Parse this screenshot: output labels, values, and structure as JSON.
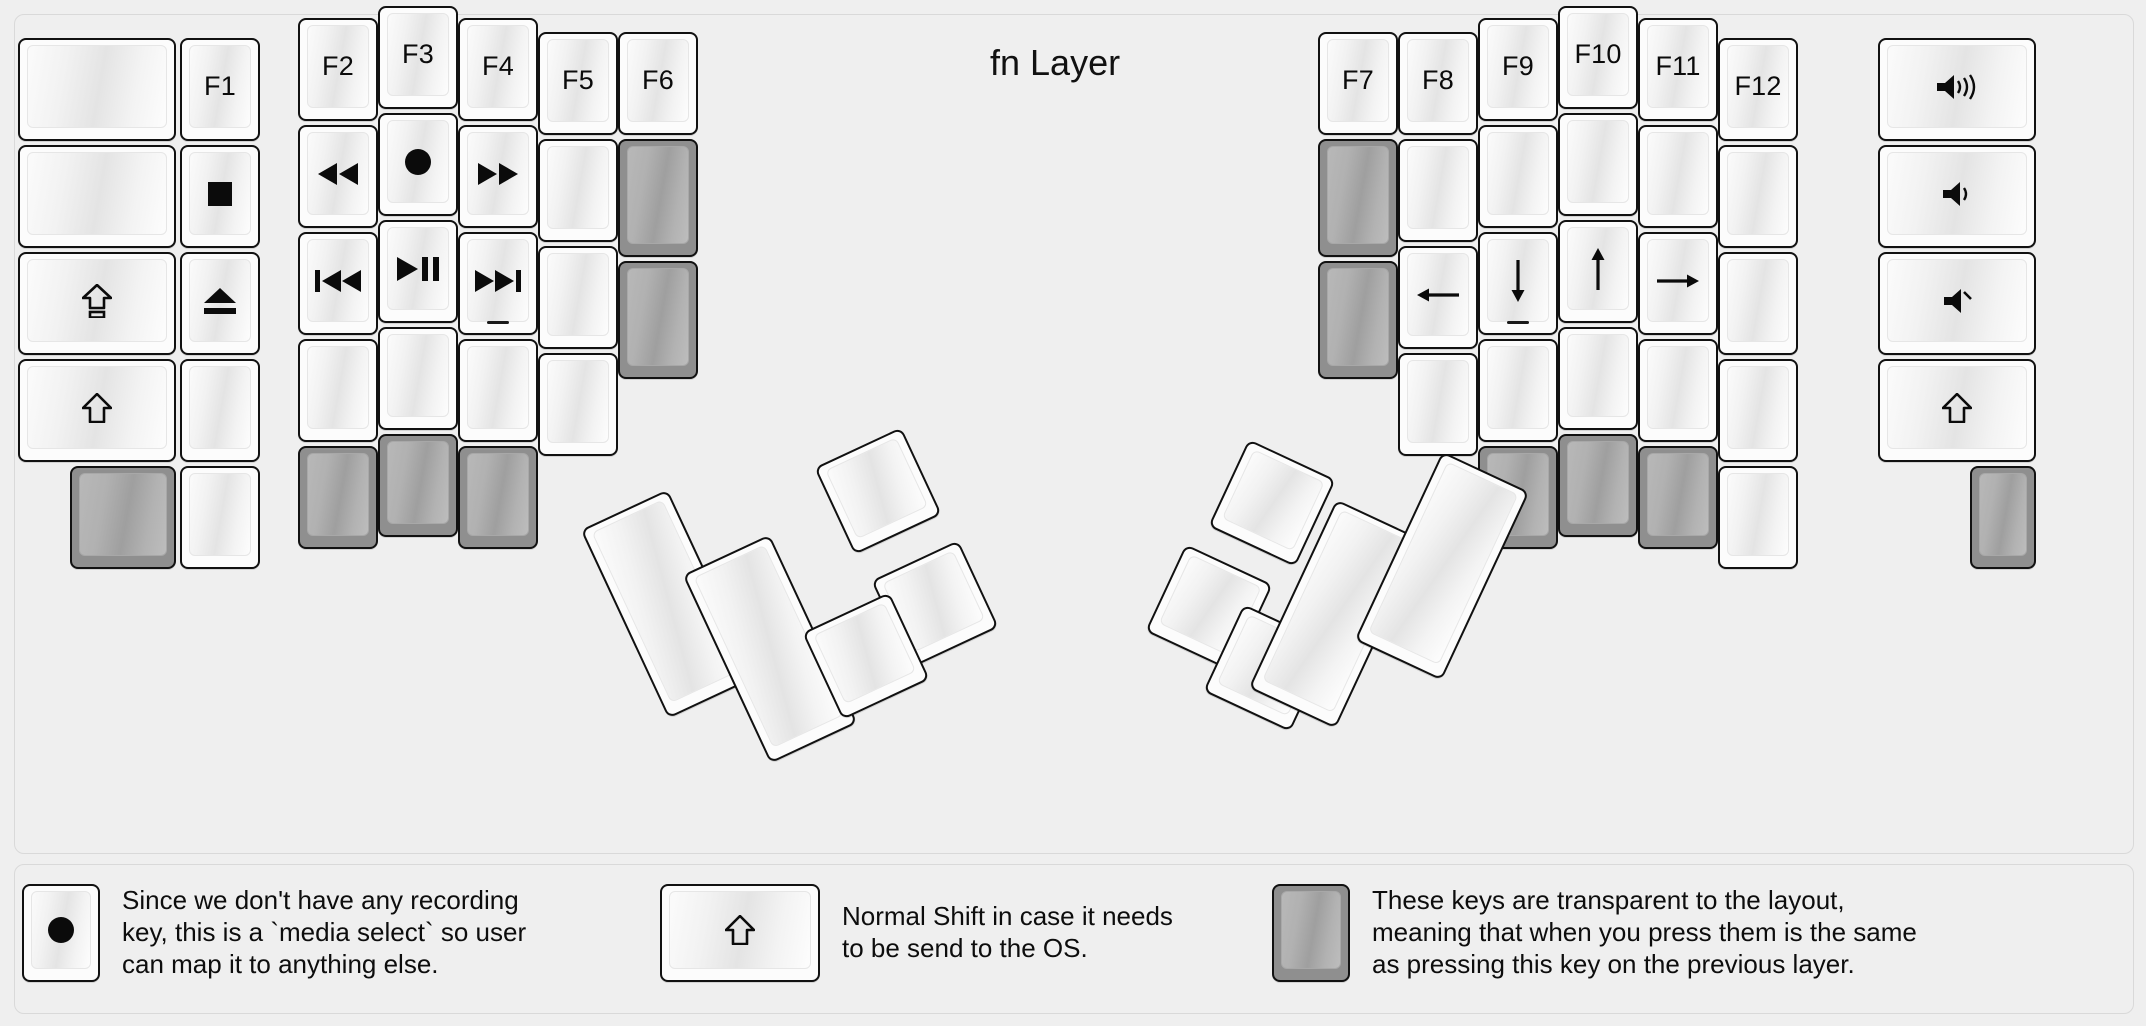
{
  "title": "fn Layer",
  "colors": {
    "background": "#efefef",
    "key_face": "#fcfcfc",
    "key_border": "#111111",
    "transparent_key": "#8f8f8f",
    "legend_text": "#0d0d0d"
  },
  "left_half": {
    "columns": [
      {
        "name": "col-mod",
        "keys": [
          {
            "label": "",
            "icon": "",
            "state": "normal"
          },
          {
            "label": "",
            "icon": "",
            "state": "normal"
          },
          {
            "label": "",
            "icon": "caps-lock-icon",
            "state": "normal"
          },
          {
            "label": "",
            "icon": "shift-icon",
            "state": "normal"
          },
          {
            "label": "",
            "icon": "",
            "state": "transparent"
          }
        ]
      },
      {
        "name": "col-f1",
        "keys": [
          {
            "label": "F1",
            "icon": "",
            "state": "normal"
          },
          {
            "label": "",
            "icon": "stop-icon",
            "state": "normal"
          },
          {
            "label": "",
            "icon": "eject-icon",
            "state": "normal"
          },
          {
            "label": "",
            "icon": "",
            "state": "normal"
          },
          {
            "label": "",
            "icon": "",
            "state": "normal"
          }
        ]
      },
      {
        "name": "col-f2",
        "keys": [
          {
            "label": "F2",
            "icon": "",
            "state": "normal"
          },
          {
            "label": "",
            "icon": "rewind-icon",
            "state": "normal"
          },
          {
            "label": "",
            "icon": "prev-track-icon",
            "state": "normal"
          },
          {
            "label": "",
            "icon": "",
            "state": "normal"
          },
          {
            "label": "",
            "icon": "",
            "state": "transparent"
          }
        ]
      },
      {
        "name": "col-f3",
        "keys": [
          {
            "label": "F3",
            "icon": "",
            "state": "normal"
          },
          {
            "label": "",
            "icon": "record-icon",
            "state": "normal"
          },
          {
            "label": "",
            "icon": "play-pause-icon",
            "state": "normal"
          },
          {
            "label": "",
            "icon": "",
            "state": "normal"
          },
          {
            "label": "",
            "icon": "",
            "state": "transparent"
          }
        ]
      },
      {
        "name": "col-f4",
        "keys": [
          {
            "label": "F4",
            "icon": "",
            "state": "normal"
          },
          {
            "label": "",
            "icon": "fast-forward-icon",
            "state": "normal"
          },
          {
            "label": "",
            "icon": "next-track-icon",
            "state": "normal",
            "homing": true
          },
          {
            "label": "",
            "icon": "",
            "state": "normal"
          },
          {
            "label": "",
            "icon": "",
            "state": "transparent"
          }
        ]
      },
      {
        "name": "col-f5",
        "keys": [
          {
            "label": "F5",
            "icon": "",
            "state": "normal"
          },
          {
            "label": "",
            "icon": "",
            "state": "normal"
          },
          {
            "label": "",
            "icon": "",
            "state": "normal"
          },
          {
            "label": "",
            "icon": "",
            "state": "normal"
          }
        ]
      },
      {
        "name": "col-f6",
        "keys": [
          {
            "label": "F6",
            "icon": "",
            "state": "normal"
          },
          {
            "label": "",
            "icon": "",
            "state": "transparent"
          },
          {
            "label": "",
            "icon": "",
            "state": "transparent"
          }
        ]
      }
    ],
    "thumb_cluster": [
      {
        "label": "",
        "icon": "",
        "state": "normal",
        "size": "2u"
      },
      {
        "label": "",
        "icon": "",
        "state": "normal",
        "size": "2u"
      },
      {
        "label": "",
        "icon": "",
        "state": "normal",
        "size": "1u"
      },
      {
        "label": "",
        "icon": "",
        "state": "normal",
        "size": "1u"
      },
      {
        "label": "",
        "icon": "",
        "state": "normal",
        "size": "1u"
      }
    ]
  },
  "right_half": {
    "columns": [
      {
        "name": "col-f7",
        "keys": [
          {
            "label": "F7",
            "icon": "",
            "state": "normal"
          },
          {
            "label": "",
            "icon": "",
            "state": "transparent"
          },
          {
            "label": "",
            "icon": "",
            "state": "transparent"
          }
        ]
      },
      {
        "name": "col-f8",
        "keys": [
          {
            "label": "F8",
            "icon": "",
            "state": "normal"
          },
          {
            "label": "",
            "icon": "",
            "state": "normal"
          },
          {
            "label": "",
            "icon": "arrow-left-icon",
            "state": "normal"
          },
          {
            "label": "",
            "icon": "",
            "state": "normal"
          }
        ]
      },
      {
        "name": "col-f9",
        "keys": [
          {
            "label": "F9",
            "icon": "",
            "state": "normal"
          },
          {
            "label": "",
            "icon": "",
            "state": "normal"
          },
          {
            "label": "",
            "icon": "arrow-down-icon",
            "state": "normal",
            "homing": true
          },
          {
            "label": "",
            "icon": "",
            "state": "normal"
          },
          {
            "label": "",
            "icon": "",
            "state": "transparent"
          }
        ]
      },
      {
        "name": "col-f10",
        "keys": [
          {
            "label": "F10",
            "icon": "",
            "state": "normal"
          },
          {
            "label": "",
            "icon": "",
            "state": "normal"
          },
          {
            "label": "",
            "icon": "arrow-up-icon",
            "state": "normal"
          },
          {
            "label": "",
            "icon": "",
            "state": "normal"
          },
          {
            "label": "",
            "icon": "",
            "state": "transparent"
          }
        ]
      },
      {
        "name": "col-f11",
        "keys": [
          {
            "label": "F11",
            "icon": "",
            "state": "normal"
          },
          {
            "label": "",
            "icon": "",
            "state": "normal"
          },
          {
            "label": "",
            "icon": "arrow-right-icon",
            "state": "normal"
          },
          {
            "label": "",
            "icon": "",
            "state": "normal"
          },
          {
            "label": "",
            "icon": "",
            "state": "transparent"
          }
        ]
      },
      {
        "name": "col-f12",
        "keys": [
          {
            "label": "F12",
            "icon": "",
            "state": "normal"
          },
          {
            "label": "",
            "icon": "",
            "state": "normal"
          },
          {
            "label": "",
            "icon": "",
            "state": "normal"
          },
          {
            "label": "",
            "icon": "",
            "state": "normal"
          },
          {
            "label": "",
            "icon": "",
            "state": "normal"
          }
        ]
      },
      {
        "name": "col-media",
        "keys": [
          {
            "label": "",
            "icon": "volume-up-icon",
            "state": "normal"
          },
          {
            "label": "",
            "icon": "volume-down-icon",
            "state": "normal"
          },
          {
            "label": "",
            "icon": "volume-mute-icon",
            "state": "normal"
          },
          {
            "label": "",
            "icon": "shift-icon",
            "state": "normal"
          },
          {
            "label": "",
            "icon": "",
            "state": "transparent"
          }
        ]
      }
    ],
    "thumb_cluster": [
      {
        "label": "",
        "icon": "",
        "state": "normal",
        "size": "1u"
      },
      {
        "label": "",
        "icon": "",
        "state": "normal",
        "size": "1u"
      },
      {
        "label": "",
        "icon": "",
        "state": "normal",
        "size": "1u"
      },
      {
        "label": "",
        "icon": "",
        "state": "normal",
        "size": "2u"
      },
      {
        "label": "",
        "icon": "",
        "state": "normal",
        "size": "2u"
      }
    ]
  },
  "legend": [
    {
      "key_icon": "record-icon",
      "key_state": "normal",
      "text": "Since we don't have any recording\nkey, this is a `media select` so user\ncan map it to anything else."
    },
    {
      "key_icon": "shift-icon",
      "key_state": "normal",
      "text": "Normal Shift in case it needs\nto be send to the OS."
    },
    {
      "key_icon": "",
      "key_state": "transparent",
      "text": "These keys are transparent to the layout,\nmeaning that when you press them is the same\nas pressing this key on the previous layer."
    }
  ]
}
